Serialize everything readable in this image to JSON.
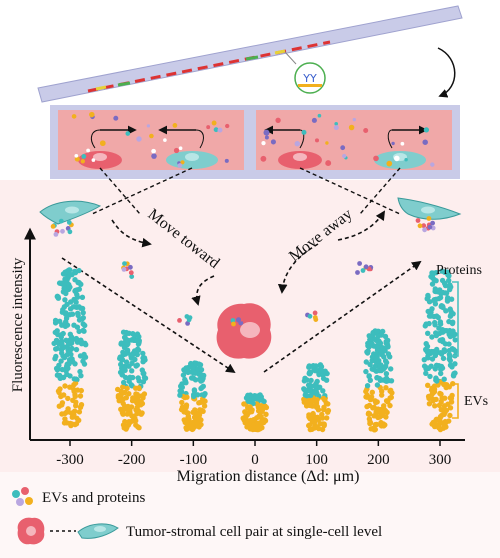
{
  "labels": {
    "move_toward": "Move toward",
    "move_away": "Move away",
    "y_axis": "Fluorescence intensity",
    "x_axis": "Migration distance (Δd: μm)",
    "proteins": "Proteins",
    "evs": "EVs"
  },
  "x_ticks": [
    "-300",
    "-200",
    "-100",
    "0",
    "100",
    "200",
    "300"
  ],
  "legend": {
    "ev_proteins": "EVs and proteins",
    "cell_pair": "Tumor-stromal cell pair at single-cell level"
  },
  "colors": {
    "protein_dot": "#3dbdbd",
    "ev_dot": "#f2b01e",
    "chamber_fill": "#f0a8a8",
    "background": "#fdeeee",
    "tumor_cell": "#e8606e",
    "stromal_cell": "#7fcdcd",
    "bracket": "#4cc2c0",
    "ev_bracket": "#f2b01e"
  },
  "chart_data": {
    "type": "scatter",
    "x": [
      -300,
      -200,
      -100,
      0,
      100,
      200,
      300
    ],
    "xlabel": "Migration distance (Δd: μm)",
    "ylabel": "Fluorescence intensity",
    "series": [
      {
        "name": "Proteins",
        "relative_extent": [
          1.0,
          0.62,
          0.42,
          0.22,
          0.42,
          0.62,
          1.0
        ]
      },
      {
        "name": "EVs",
        "relative_extent": [
          1.0,
          0.9,
          0.7,
          0.55,
          0.7,
          0.9,
          1.0
        ]
      }
    ]
  }
}
